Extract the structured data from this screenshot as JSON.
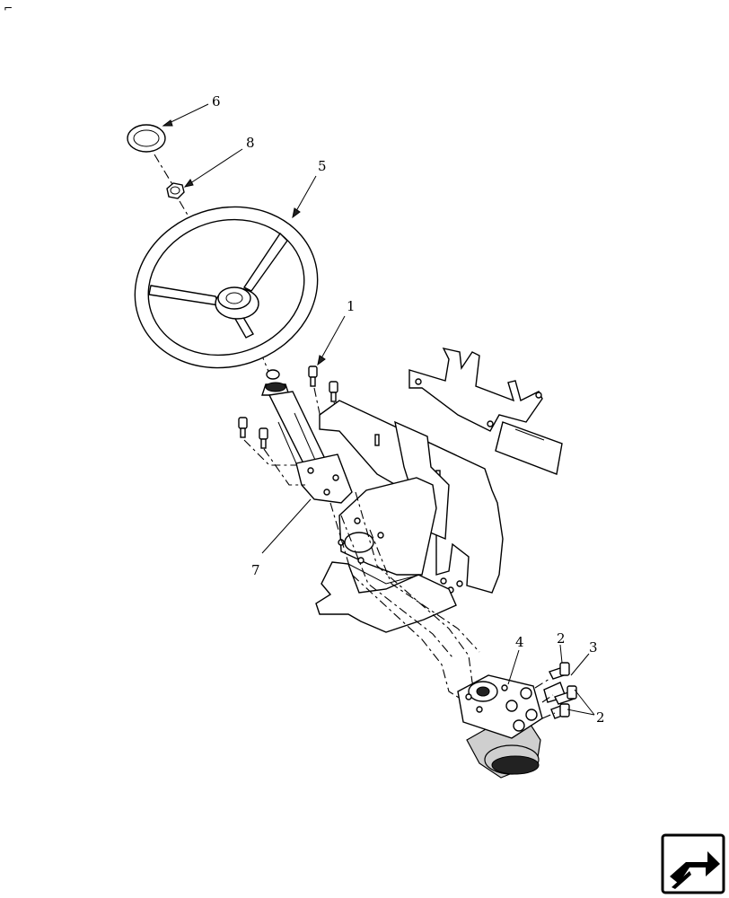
{
  "diagram": {
    "callouts": [
      {
        "id": "c1",
        "label": "1"
      },
      {
        "id": "c2a",
        "label": "2"
      },
      {
        "id": "c2b",
        "label": "2"
      },
      {
        "id": "c3",
        "label": "3"
      },
      {
        "id": "c4",
        "label": "4"
      },
      {
        "id": "c5",
        "label": "5"
      },
      {
        "id": "c6",
        "label": "6"
      },
      {
        "id": "c7",
        "label": "7"
      },
      {
        "id": "c8",
        "label": "8"
      }
    ],
    "corner_mark": "⌐",
    "nav_icon": "next-page-arrow-icon"
  }
}
